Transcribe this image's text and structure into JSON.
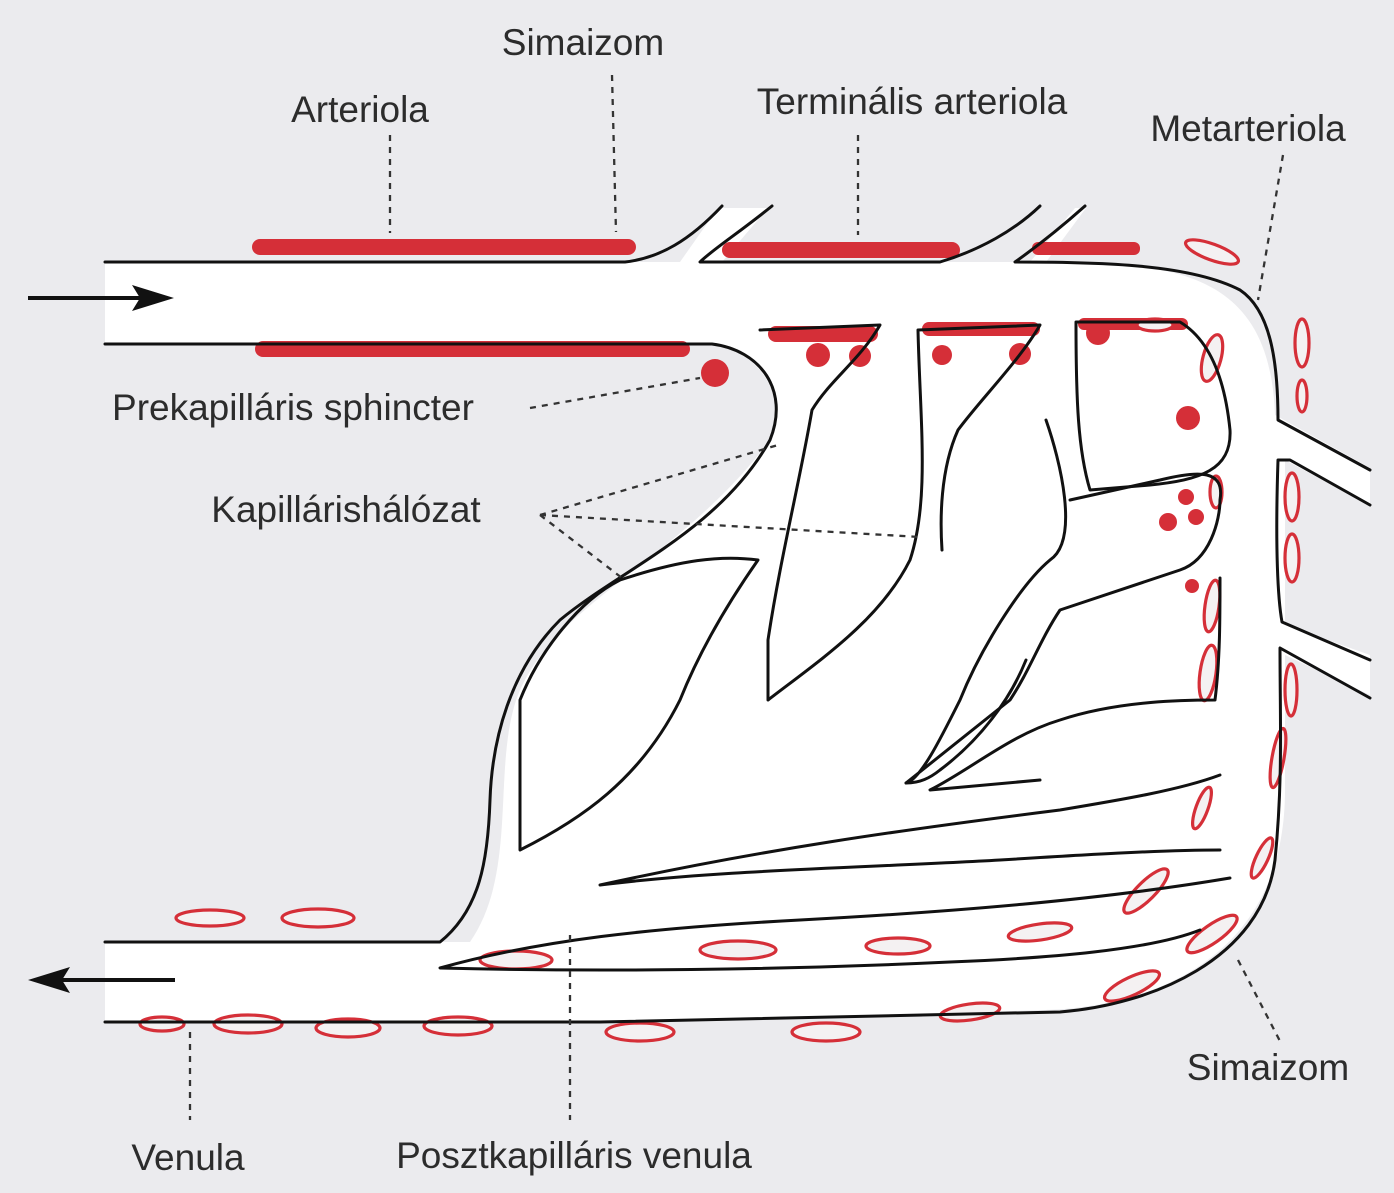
{
  "labels": {
    "simaizom_top": "Simaizom",
    "arteriola": "Arteriola",
    "terminalis_arteriola": "Terminális arteriola",
    "metarteriola": "Metarteriola",
    "prekapillaris_sphincter": "Prekapilláris sphincter",
    "kapillarishalozat": "Kapillárishálózat",
    "simaizom_bottom": "Simaizom",
    "venula": "Venula",
    "posztkapillaris_venula": "Posztkapilláris venula"
  },
  "colors": {
    "background": "#ebebee",
    "smooth_muscle": "#d52f38",
    "vessel_outline": "#111111",
    "label_text": "#2c2c2c"
  },
  "flow_arrows": {
    "inflow": "arrow-right-icon",
    "outflow": "arrow-left-icon"
  }
}
